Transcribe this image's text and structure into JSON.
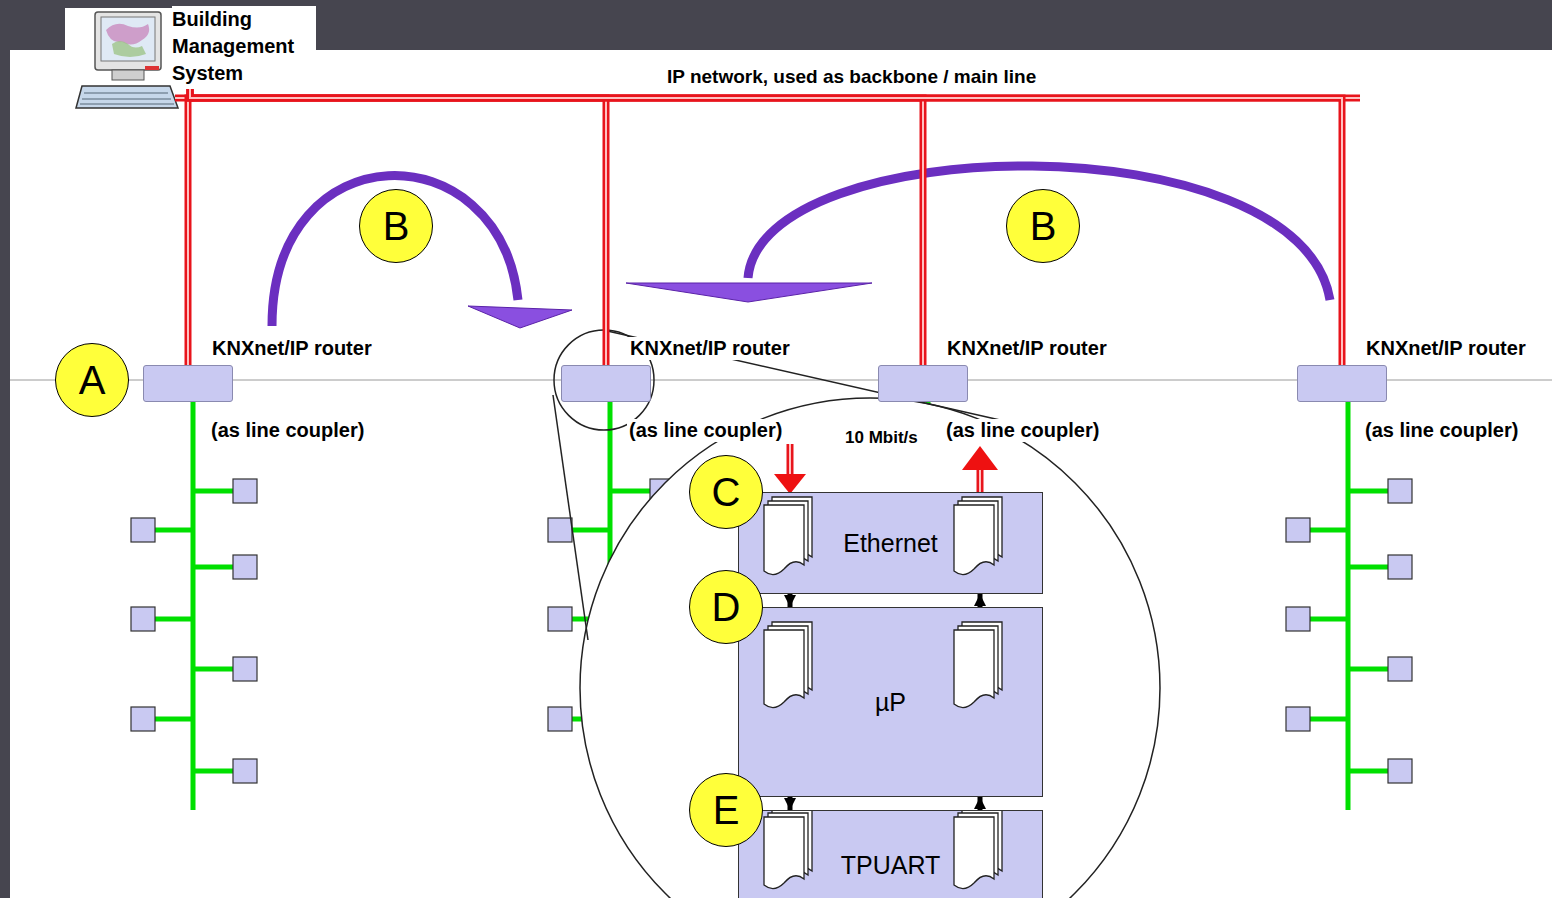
{
  "diagram": {
    "nodes": [
      {
        "text": [
          "Building Management System"
        ]
      },
      {
        "text": [
          "KNXnet/IP router",
          "(as line coupler)"
        ]
      },
      {
        "text": [
          "KNXnet/IP router",
          "(as line coupler)"
        ]
      },
      {
        "text": [
          "KNXnet/IP router",
          "(as line coupler)"
        ]
      },
      {
        "text": [
          "KNXnet/IP router",
          "(as line coupler)"
        ]
      },
      {
        "text": [
          "Ethernet"
        ]
      },
      {
        "text": [
          "µP"
        ]
      },
      {
        "text": [
          "TPUART"
        ]
      }
    ],
    "edges": [
      {
        "from": 0,
        "to": 1,
        "arrow": "none"
      },
      {
        "from": 0,
        "to": 2,
        "arrow": "none"
      },
      {
        "from": 0,
        "to": 3,
        "arrow": "none"
      },
      {
        "from": 0,
        "to": 4,
        "arrow": "none"
      },
      {
        "from": 5,
        "to": 6,
        "arrow": "to"
      },
      {
        "from": 6,
        "to": 5,
        "arrow": "to"
      },
      {
        "from": 6,
        "to": 7,
        "arrow": "to"
      },
      {
        "from": 7,
        "to": 6,
        "arrow": "to"
      }
    ],
    "labels": [
      "IP network, used as backbone / main line",
      "A",
      "B",
      "B",
      "C",
      "D",
      "E",
      "10 Mbit/s"
    ]
  }
}
